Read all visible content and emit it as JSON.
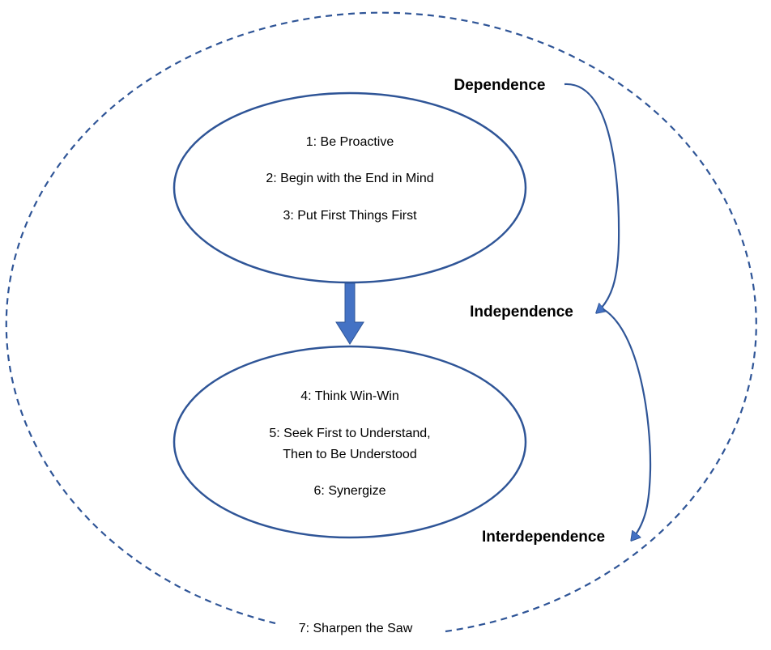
{
  "colors": {
    "stroke": "#2F5597",
    "arrow_fill": "#4472C4",
    "text": "#000000",
    "background": "#FFFFFF"
  },
  "private_victory": {
    "habits": [
      "1: Be Proactive",
      "2: Begin with the End in Mind",
      "3: Put First Things First"
    ]
  },
  "public_victory": {
    "habits": [
      "4: Think Win-Win",
      "5: Seek First to Understand,",
      "Then to Be Understood",
      "6: Synergize"
    ]
  },
  "renewal": {
    "habit": "7: Sharpen the Saw"
  },
  "maturity_continuum": {
    "stages": [
      "Dependence",
      "Independence",
      "Interdependence"
    ]
  }
}
